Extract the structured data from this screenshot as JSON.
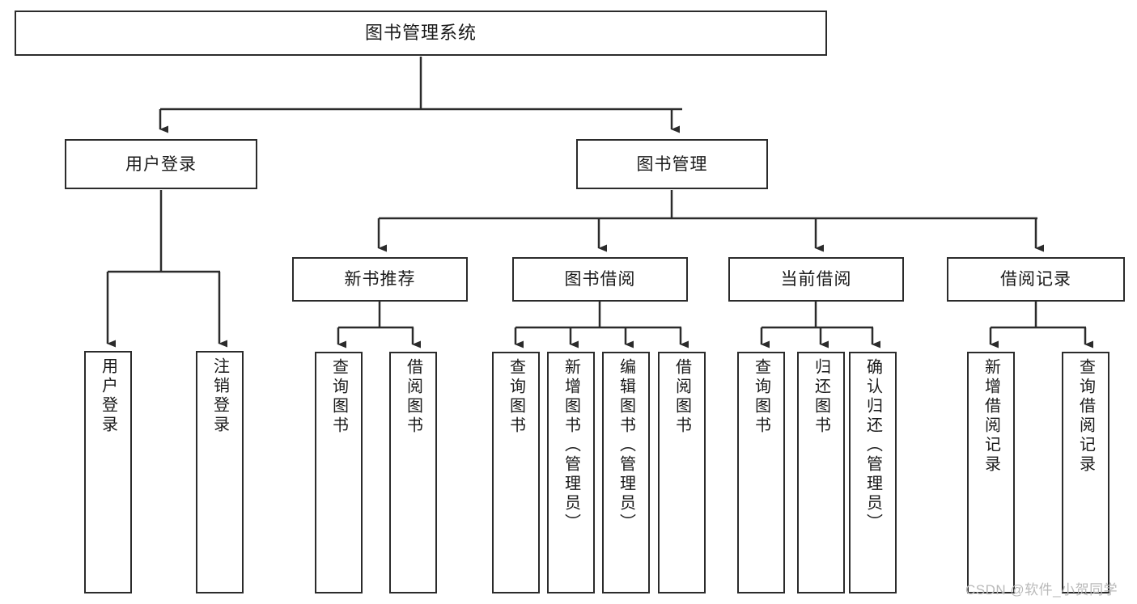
{
  "diagram": {
    "type": "tree-hierarchy-chart",
    "title": "图书管理系统",
    "line_color": "#2b2b2b",
    "box_fill": "#ffffff",
    "text_color": "#1a1a1a",
    "root": {
      "label": "图书管理系统"
    },
    "level1": [
      {
        "label": "用户登录"
      },
      {
        "label": "图书管理"
      }
    ],
    "level2": [
      {
        "label": "新书推荐"
      },
      {
        "label": "图书借阅"
      },
      {
        "label": "当前借阅"
      },
      {
        "label": "借阅记录"
      }
    ],
    "leaves": {
      "user_login": [
        {
          "label": "用户登录"
        },
        {
          "label": "注销登录"
        }
      ],
      "new_book_recommend": [
        {
          "label": "查询图书"
        },
        {
          "label": "借阅图书"
        }
      ],
      "book_borrow": [
        {
          "label": "查询图书"
        },
        {
          "label": "新增图书（管理员）"
        },
        {
          "label": "编辑图书（管理员）"
        },
        {
          "label": "借阅图书"
        }
      ],
      "current_borrow": [
        {
          "label": "查询图书"
        },
        {
          "label": "归还图书"
        },
        {
          "label": "确认归还（管理员）"
        }
      ],
      "borrow_record": [
        {
          "label": "新增借阅记录"
        },
        {
          "label": "查询借阅记录"
        }
      ]
    }
  },
  "watermark": {
    "text": "CSDN @软件_小贺同学",
    "color": "#b9b9b9"
  }
}
